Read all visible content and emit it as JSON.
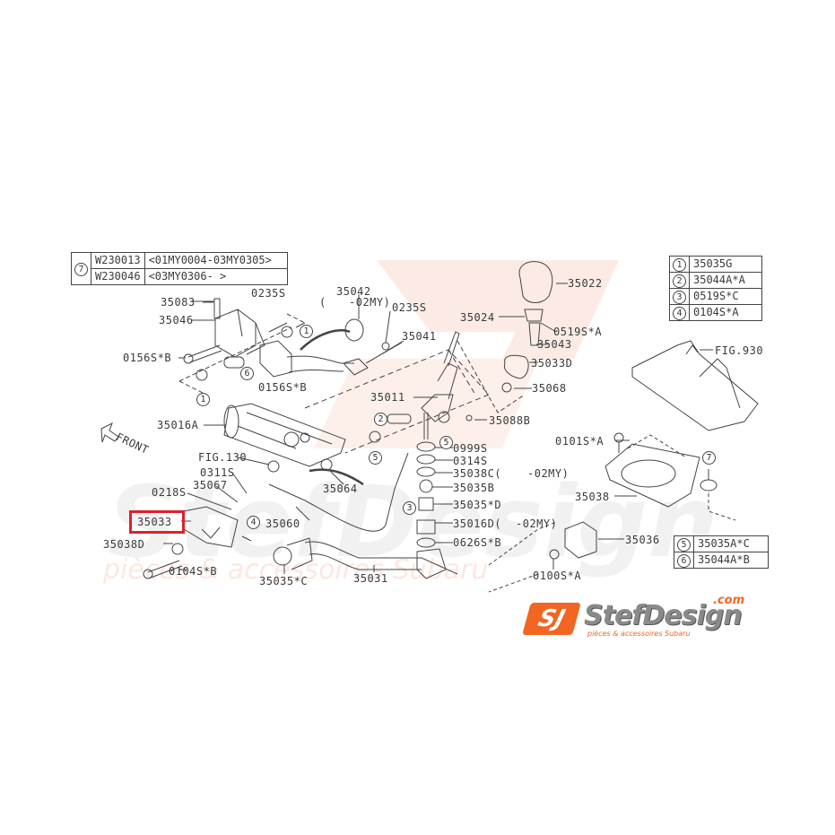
{
  "diagram": {
    "title": "Subaru gear shift lever assembly exploded parts diagram",
    "highlighted_part": "35033",
    "colors": {
      "line": "#444444",
      "text": "#3a3a3a",
      "highlight": "#e0202a",
      "brand_orange": "#f26522",
      "watermark": "#fbe3da",
      "watermark_gray": "#f0f0f0"
    }
  },
  "table_7": {
    "marker": "7",
    "rows": [
      {
        "part": "W230013",
        "range": "<01MY0004-03MY0305>"
      },
      {
        "part": "W230046",
        "range": "<03MY0306-          >"
      }
    ]
  },
  "legend_top_right": [
    {
      "marker": "1",
      "part": "35035G"
    },
    {
      "marker": "2",
      "part": "35044A*A"
    },
    {
      "marker": "3",
      "part": "0519S*C"
    },
    {
      "marker": "4",
      "part": "0104S*A"
    }
  ],
  "legend_bottom_right": [
    {
      "marker": "5",
      "part": "35035A*C"
    },
    {
      "marker": "6",
      "part": "35044A*B"
    }
  ],
  "labels": {
    "p35083": "35083",
    "p0235S_a": "0235S",
    "p35046": "35046",
    "p0156SB_a": "0156S*B",
    "p35042": "35042",
    "p35042_note_open": "(",
    "p35042_note": "-02MY)",
    "p0235S_b": "0235S",
    "p35041": "35041",
    "p0156SB_b": "0156S*B",
    "p35022": "35022",
    "p35024": "35024",
    "p0519SA": "0519S*A",
    "p35043": "35043",
    "p35033D": "35033D",
    "p35068": "35068",
    "p35011": "35011",
    "p35088B": "35088B",
    "p35016A": "35016A",
    "front": "FRONT",
    "fig130": "FIG.130",
    "p0311S": "0311S",
    "p35067": "35067",
    "p0218S": "0218S",
    "p35064": "35064",
    "p35033": "35033",
    "p35060": "35060",
    "p35038D": "35038D",
    "p0104SB": "0104S*B",
    "p35035C": "35035*C",
    "p35031": "35031",
    "p0999S": "0999S",
    "p0314S": "0314S",
    "p35038C": "35038C(",
    "p35038C_note": "-02MY)",
    "p35035B": "35035B",
    "p35035D": "35035*D",
    "p35016D": "35016D(",
    "p35016D_note": "-02MY)",
    "p0626SB": "0626S*B",
    "fig930": "FIG.930",
    "p0101SA": "0101S*A",
    "p35038": "35038",
    "p35036": "35036",
    "p0100SA": "0100S*A"
  },
  "callouts": {
    "c1_a": "1",
    "c1_b": "1",
    "c1_c": "1",
    "c6": "6",
    "c2": "2",
    "c5_a": "5",
    "c5_b": "5",
    "c3": "3",
    "c4": "4",
    "c7": "7"
  },
  "logo": {
    "badge": "SJ",
    "name": "StefDesign",
    "tld": ".com",
    "tagline": "pièces & accessoires Subaru"
  },
  "watermark": {
    "line1": "StefDesign",
    "line2": "pièces & accessoires Subaru"
  }
}
